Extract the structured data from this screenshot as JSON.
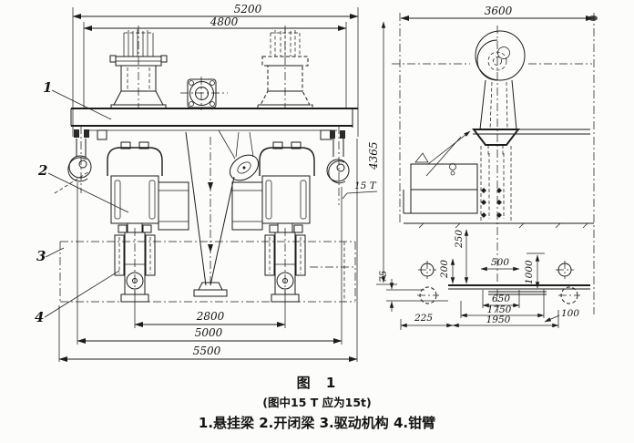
{
  "caption": {
    "title": "图  1",
    "note": "(图中15 T 应为15t)",
    "legend": "1.悬挂梁   2.开闭梁   3.驱动机构   4.钳臂"
  },
  "front_view": {
    "dim_top_outer": "5200",
    "dim_top_inner": "4800",
    "dim_bottom_inner": "2800",
    "dim_bottom_mid": "5000",
    "dim_bottom_outer": "5500",
    "label_1": "1",
    "label_2": "2",
    "label_3": "3",
    "label_4": "4",
    "hook_capacity": "15 T"
  },
  "side_view": {
    "dim_width": "3600",
    "dim_height": "4365",
    "dim_250": "250",
    "dim_200": "200",
    "dim_500": "500",
    "dim_1000": "1000",
    "dim_650": "650",
    "dim_1750": "1750",
    "dim_1950": "1950",
    "dim_100": "100",
    "dim_225": "225",
    "dim_75": "75"
  }
}
